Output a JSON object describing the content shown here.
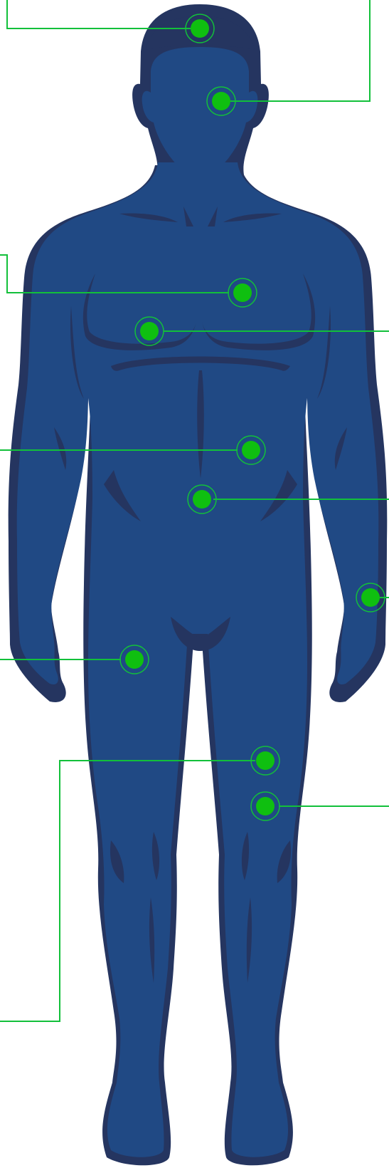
{
  "colors": {
    "background": "#ffffff",
    "body_outline": "#253560",
    "body_fill": "#204984",
    "marker": "#0fbf10",
    "leader_line": "#12c03a"
  },
  "markers": [
    {
      "id": "head-top"
    },
    {
      "id": "forehead"
    },
    {
      "id": "chest-upper"
    },
    {
      "id": "chest-left"
    },
    {
      "id": "abdomen-upper"
    },
    {
      "id": "abdomen-lower"
    },
    {
      "id": "wrist-right"
    },
    {
      "id": "thigh-upper"
    },
    {
      "id": "thigh-inner"
    },
    {
      "id": "knee"
    }
  ]
}
